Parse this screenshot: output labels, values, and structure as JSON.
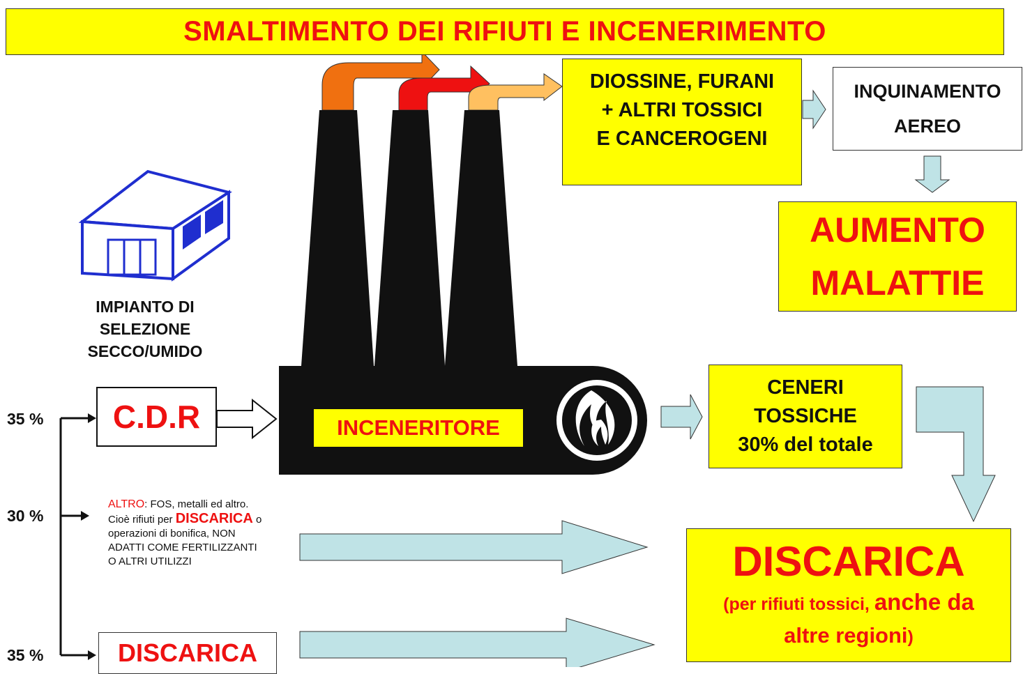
{
  "title": "SMALTIMENTO DEI RIFIUTI E INCENERIMENTO",
  "toxins_box": {
    "lines": [
      "DIOSSINE, FURANI",
      "+ ALTRI TOSSICI",
      "E CANCEROGENI"
    ]
  },
  "air_pollution_box": {
    "lines": [
      "INQUINAMENTO",
      "AEREO"
    ]
  },
  "disease_box": {
    "lines": [
      "AUMENTO",
      "MALATTIE"
    ]
  },
  "plant": {
    "lines": [
      "IMPIANTO DI",
      "SELEZIONE",
      "SECCO/UMIDO"
    ]
  },
  "incinerator_label": "INCENERITORE",
  "ash_box": {
    "lines": [
      "CENERI",
      "TOSSICHE",
      "30% del totale"
    ]
  },
  "cdr_box": "C.D.R",
  "percentages": [
    "35 %",
    "30 %",
    "35 %"
  ],
  "other_note": {
    "altro": "ALTRO",
    "rest1": ":  FOS, metalli ed altro.",
    "line2_pre": "Cioè rifiuti per ",
    "line2_red": "DISCARICA",
    "line2_post": " o",
    "line3": "operazioni di bonifica, NON",
    "line4": "ADATTI COME FERTILIZZANTI",
    "line5": "O ALTRI UTILIZZI"
  },
  "landfill_bottom_box": "DISCARICA",
  "landfill_main": {
    "title": "DISCARICA",
    "sub_open": "(",
    "sub_small": "per rifiuti tossici",
    "sub_comma": ", ",
    "sub_big1": "anche da",
    "sub_big2": "altre regioni",
    "sub_close": ")"
  },
  "colors": {
    "yellow": "#ffff00",
    "red_text": "#ee1111",
    "arrow_fill": "#bfe3e6",
    "chimney": "#111111",
    "house_blue": "#1f2ecf",
    "smoke_orange": "#f07010",
    "smoke_red": "#ee1111",
    "smoke_light": "#ffc060"
  }
}
